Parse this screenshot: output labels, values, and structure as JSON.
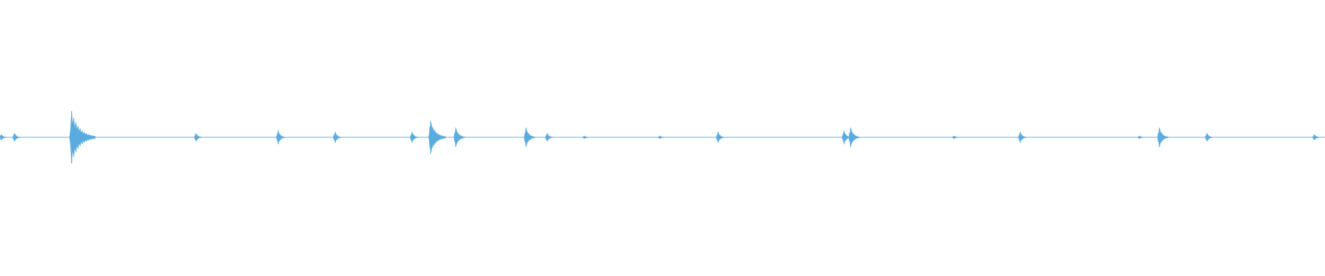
{
  "waveform": {
    "color": "#5aace0",
    "style": "audio amplitude envelope, mirrored about a horizontal center line",
    "bursts": [
      {
        "t": 0.001,
        "amp": 0.02
      },
      {
        "t": 0.011,
        "amp": 0.03
      },
      {
        "t": 0.054,
        "amp": 0.19
      },
      {
        "t": 0.148,
        "amp": 0.03
      },
      {
        "t": 0.21,
        "amp": 0.05
      },
      {
        "t": 0.253,
        "amp": 0.04
      },
      {
        "t": 0.311,
        "amp": 0.04
      },
      {
        "t": 0.325,
        "amp": 0.12
      },
      {
        "t": 0.344,
        "amp": 0.07
      },
      {
        "t": 0.397,
        "amp": 0.07
      },
      {
        "t": 0.413,
        "amp": 0.03
      },
      {
        "t": 0.441,
        "amp": 0.01
      },
      {
        "t": 0.498,
        "amp": 0.01
      },
      {
        "t": 0.542,
        "amp": 0.04
      },
      {
        "t": 0.637,
        "amp": 0.05
      },
      {
        "t": 0.642,
        "amp": 0.07
      },
      {
        "t": 0.72,
        "amp": 0.01
      },
      {
        "t": 0.77,
        "amp": 0.04
      },
      {
        "t": 0.86,
        "amp": 0.01
      },
      {
        "t": 0.875,
        "amp": 0.07
      },
      {
        "t": 0.911,
        "amp": 0.03
      },
      {
        "t": 0.992,
        "amp": 0.02
      }
    ]
  }
}
